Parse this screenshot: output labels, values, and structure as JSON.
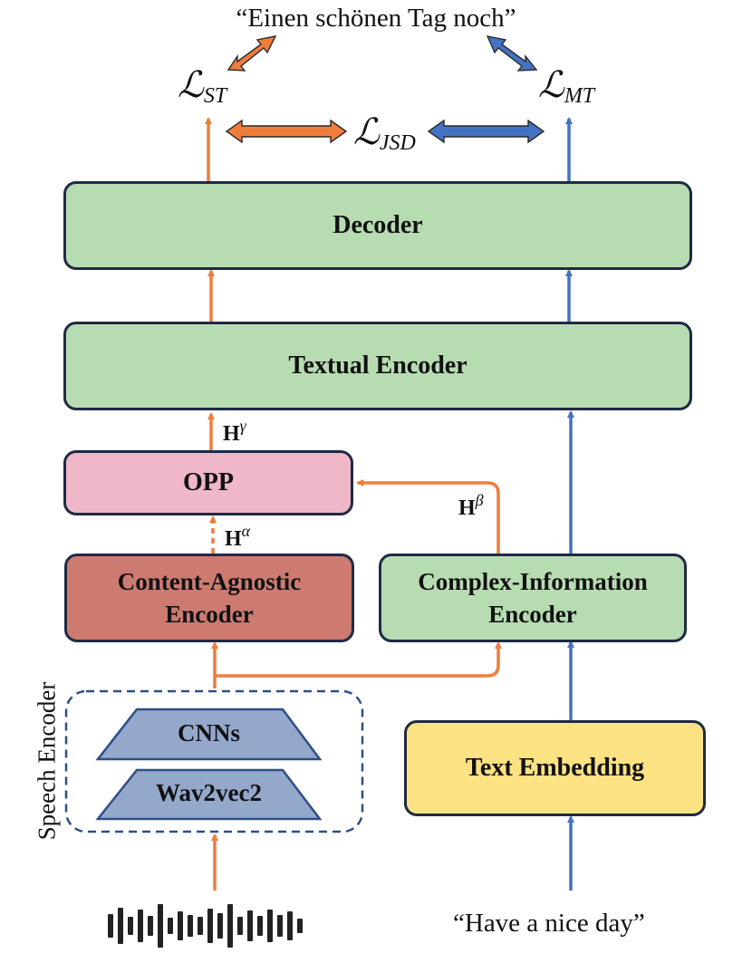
{
  "target_sentence": "“Einen schönen Tag noch”",
  "source_sentence": "“Have a nice day”",
  "losses": {
    "st": {
      "base": "ℒ",
      "sub": "ST"
    },
    "mt": {
      "base": "ℒ",
      "sub": "MT"
    },
    "jsd": {
      "base": "ℒ",
      "sub": "JSD"
    }
  },
  "blocks": {
    "decoder": "Decoder",
    "textual_encoder": "Textual Encoder",
    "opp": "OPP",
    "content_agnostic_encoder": "Content-Agnostic Encoder",
    "complex_information_encoder": "Complex-Information Encoder",
    "text_embedding": "Text Embedding",
    "cnns": "CNNs",
    "wav2vec2": "Wav2vec2",
    "speech_encoder": "Speech Encoder"
  },
  "hidden_states": {
    "gamma": {
      "base": "H",
      "sup": "γ"
    },
    "alpha": {
      "base": "H",
      "sup": "α"
    },
    "beta": {
      "base": "H",
      "sup": "β"
    }
  },
  "colors": {
    "speech_arrow": "#ef7d3c",
    "text_arrow": "#4472c4",
    "box_border": "#1f2a44",
    "green_fill": "#b7dcb2",
    "pink_fill": "#efb7c8",
    "red_fill": "#cd7b71",
    "yellow_fill": "#fde283",
    "trapezoid_fill": "#94a8cc",
    "dashed_border": "#2f4f86"
  },
  "icons": [
    "audio-waveform-icon"
  ]
}
